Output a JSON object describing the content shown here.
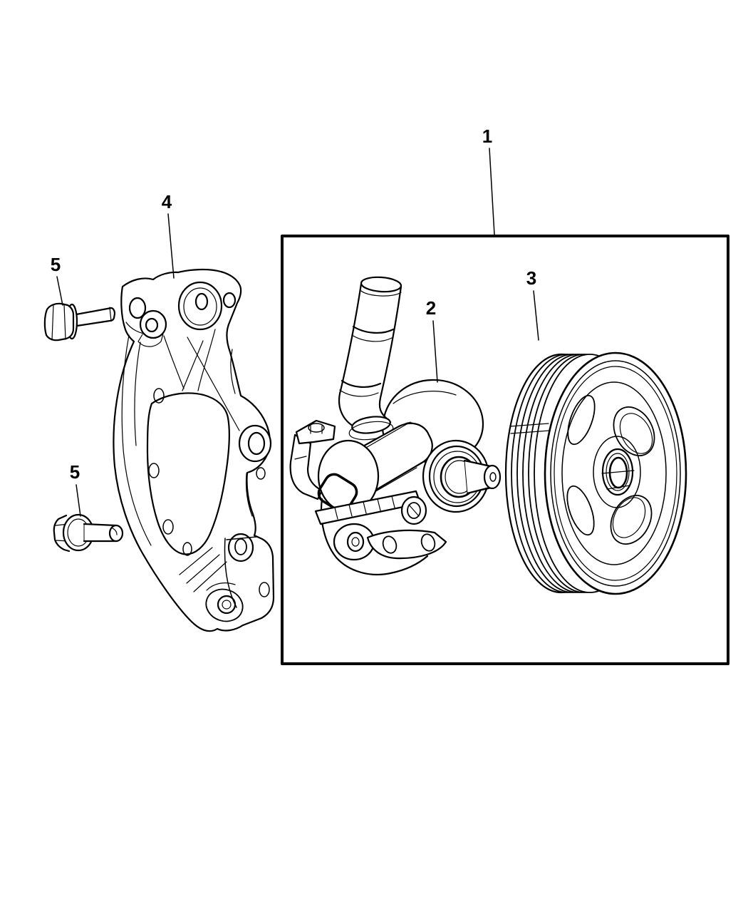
{
  "figure": {
    "kind": "exploded-parts-diagram",
    "colors": {
      "background": "#ffffff",
      "line": "#000000"
    }
  },
  "callouts": [
    {
      "label": "1",
      "target": "parts-inset-box"
    },
    {
      "label": "2",
      "target": "power-steering-pump"
    },
    {
      "label": "3",
      "target": "pulley"
    },
    {
      "label": "4",
      "target": "mounting-bracket"
    },
    {
      "label": "5",
      "target": "upper-bolt"
    },
    {
      "label": "5",
      "target": "lower-bolt"
    }
  ]
}
